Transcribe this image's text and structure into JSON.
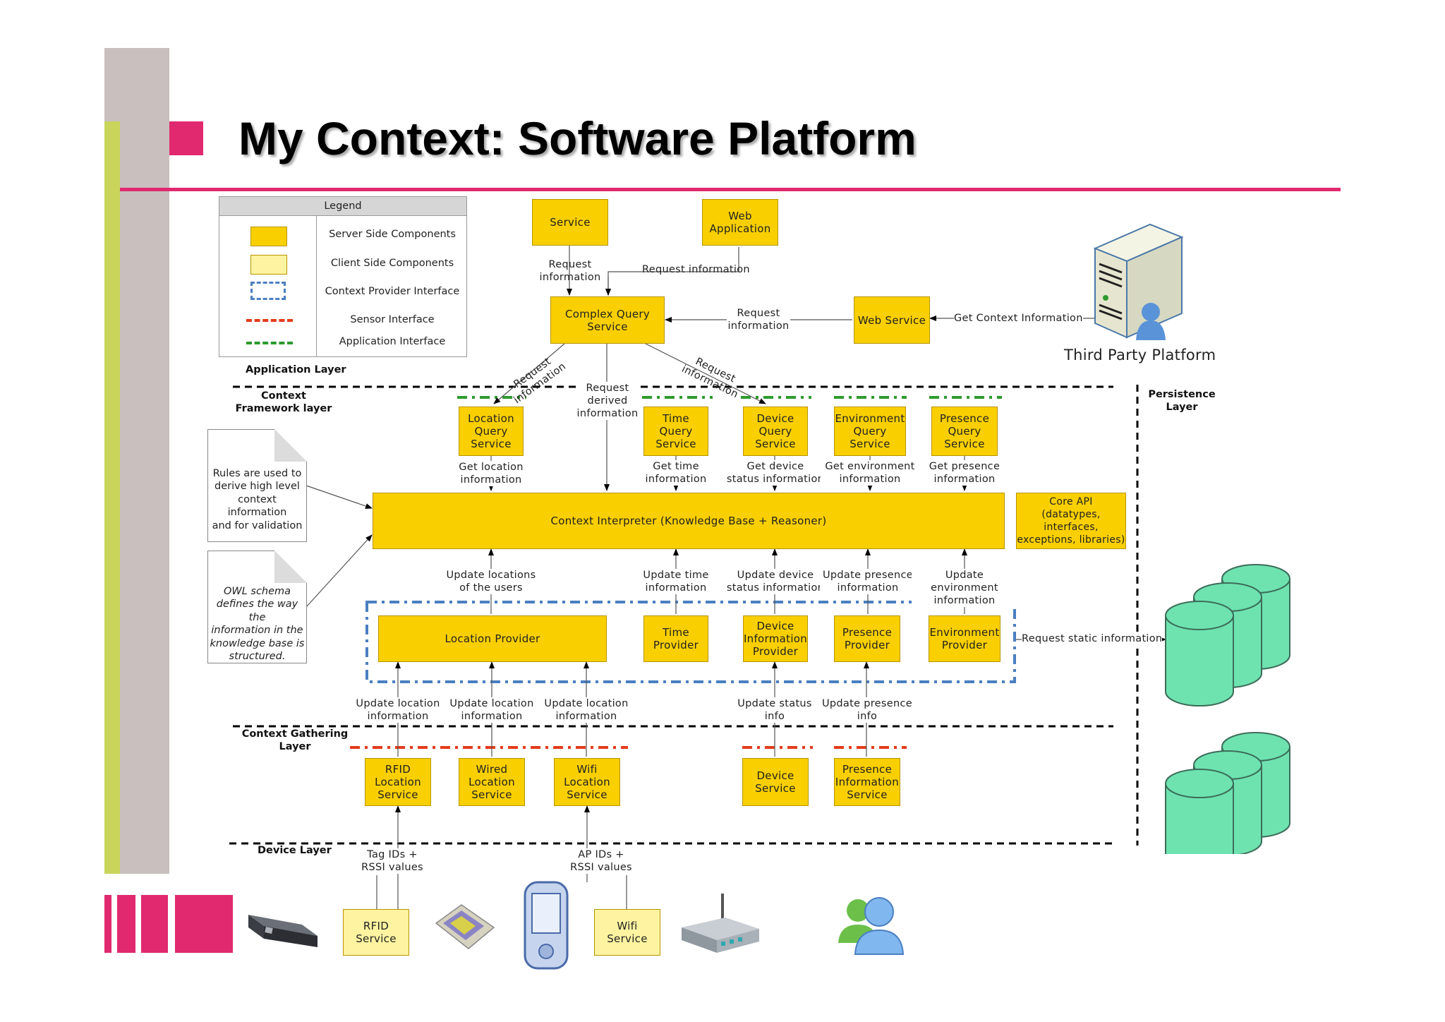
{
  "title": "My Context: Software Platform",
  "legend": {
    "heading": "Legend",
    "items": [
      "Server Side Components",
      "Client Side Components",
      "Context Provider Interface",
      "Sensor Interface",
      "Application Interface"
    ]
  },
  "colors": {
    "server": "#f9cf00",
    "client": "#fdf3a0",
    "pink": "#e0296e",
    "lime": "#c8d55a",
    "grey": "#c9bfbf",
    "sensor": "#e33b1a",
    "app": "#2e9a2e",
    "provider": "#4a7fc1",
    "db": "#6ee3b0"
  },
  "layers": {
    "application": "Application Layer",
    "context_framework": "Context\nFramework layer",
    "context_gathering": "Context Gathering\nLayer",
    "device": "Device Layer",
    "persistence": "Persistence\nLayer"
  },
  "top": {
    "service": "Service",
    "web_application": "Web\nApplication",
    "complex_query": "Complex Query\nService",
    "web_service": "Web Service",
    "third_party": "Third Party Platform",
    "req_info_1": "Request\ninformation",
    "req_info_2": "Request information",
    "req_info_3": "Request\ninformation",
    "get_context": "Get Context Information",
    "req_info_diag_left": "Request\ninformation",
    "req_info_diag_right": "Request\ninformation",
    "req_derived": "Request\nderived\ninformation"
  },
  "query_services": [
    {
      "label": "Location\nQuery\nService",
      "below": "Get location\ninformation"
    },
    {
      "label": "Time\nQuery\nService",
      "below": "Get time\ninformation"
    },
    {
      "label": "Device\nQuery\nService",
      "below": "Get device\nstatus information"
    },
    {
      "label": "Environment\nQuery\nService",
      "below": "Get environment\ninformation"
    },
    {
      "label": "Presence\nQuery\nService",
      "below": "Get presence\ninformation"
    }
  ],
  "interpreter": "Context Interpreter (Knowledge Base + Reasoner)",
  "core_api": "Core API\n(datatypes,\ninterfaces,\nexceptions, libraries)",
  "notes": {
    "rules": "Rules are used to\nderive high level\ncontext information\nand for validation",
    "owl": "OWL schema\ndefines the way the\ninformation in the\nknowledge base is\nstructured."
  },
  "updates": [
    "Update locations\nof the users",
    "Update time\ninformation",
    "Update device\nstatus information",
    "Update presence\ninformation",
    "Update environment\ninformation"
  ],
  "providers": [
    "Location Provider",
    "Time\nProvider",
    "Device\nInformation\nProvider",
    "Presence\nProvider",
    "Environment\nProvider"
  ],
  "request_static": "Request static information",
  "lower_updates": [
    "Update location\ninformation",
    "Update location\ninformation",
    "Update location\ninformation",
    "Update status\ninfo",
    "Update presence\ninfo"
  ],
  "gathering_services": [
    "RFID\nLocation\nService",
    "Wired\nLocation\nService",
    "Wifi\nLocation\nService",
    "Device\nService",
    "Presence\nInformation\nService"
  ],
  "device_labels": {
    "tag": "Tag IDs +\nRSSI values",
    "ap": "AP IDs +\nRSSI values",
    "rfid": "RFID\nService",
    "wifi": "Wifi\nService"
  },
  "icons": [
    "rfid-reader-icon",
    "pcmcia-card-icon",
    "pda-icon",
    "wifi-router-icon",
    "users-icon",
    "server-icon",
    "database-icon"
  ]
}
